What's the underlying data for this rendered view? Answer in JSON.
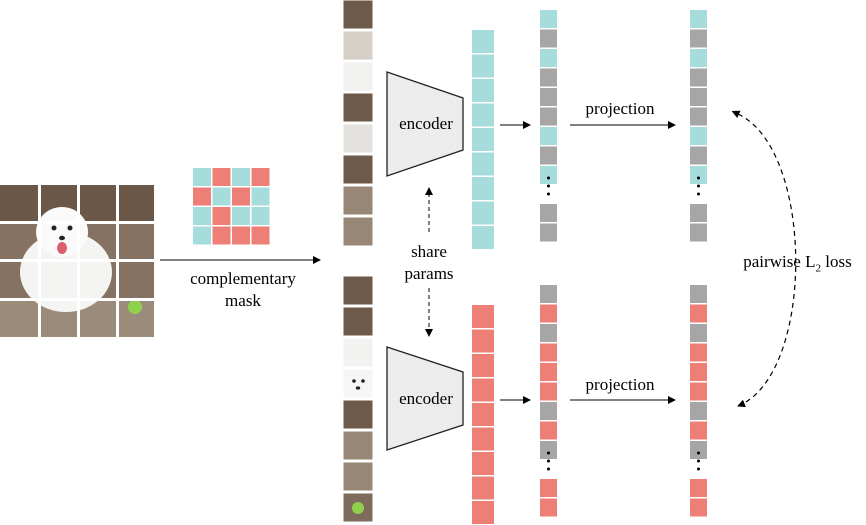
{
  "labels": {
    "mask_line1": "complementary",
    "mask_line2": "mask",
    "share_line1": "share",
    "share_line2": "params",
    "encoder_top": "encoder",
    "encoder_bottom": "encoder",
    "projection_top": "projection",
    "projection_bottom": "projection",
    "loss_prefix": "pairwise L",
    "loss_sub": "2",
    "loss_suffix": " loss"
  },
  "colors": {
    "teal": "#a6dcdc",
    "red": "#ee7f77",
    "gray": "#a6a6a6",
    "encoder_fill": "#ececec",
    "photo_bg": "#7a6a5c",
    "ball": "#8fd14f"
  },
  "mask_grid": [
    [
      "teal",
      "red",
      "teal",
      "red"
    ],
    [
      "red",
      "teal",
      "red",
      "teal"
    ],
    [
      "teal",
      "red",
      "teal",
      "teal"
    ],
    [
      "teal",
      "red",
      "red",
      "red"
    ]
  ],
  "top_vector_1": [
    "teal",
    "teal",
    "teal",
    "teal",
    "teal",
    "teal",
    "teal",
    "teal",
    "teal"
  ],
  "top_vector_2": [
    "teal",
    "gray",
    "teal",
    "gray",
    "gray",
    "gray",
    "teal",
    "gray",
    "teal"
  ],
  "top_vector_2_tail": [
    "gray",
    "gray"
  ],
  "top_vector_3": [
    "teal",
    "gray",
    "teal",
    "gray",
    "gray",
    "gray",
    "teal",
    "gray",
    "teal"
  ],
  "top_vector_3_tail": [
    "gray",
    "gray"
  ],
  "bottom_vector_1": [
    "red",
    "red",
    "red",
    "red",
    "red",
    "red",
    "red",
    "red",
    "red"
  ],
  "bottom_vector_2": [
    "gray",
    "red",
    "gray",
    "red",
    "red",
    "red",
    "gray",
    "red",
    "gray"
  ],
  "bottom_vector_2_tail": [
    "red",
    "red"
  ],
  "bottom_vector_3": [
    "gray",
    "red",
    "gray",
    "red",
    "red",
    "red",
    "gray",
    "red",
    "gray"
  ],
  "bottom_vector_3_tail": [
    "red",
    "red"
  ],
  "top_patch_kinds": [
    "wall",
    "dog-ear",
    "dog",
    "wall",
    "dog-body",
    "wall",
    "floor",
    "floor"
  ],
  "bottom_patch_kinds": [
    "wall",
    "wall",
    "dog",
    "dog-face",
    "wall",
    "floor",
    "floor",
    "ball"
  ]
}
